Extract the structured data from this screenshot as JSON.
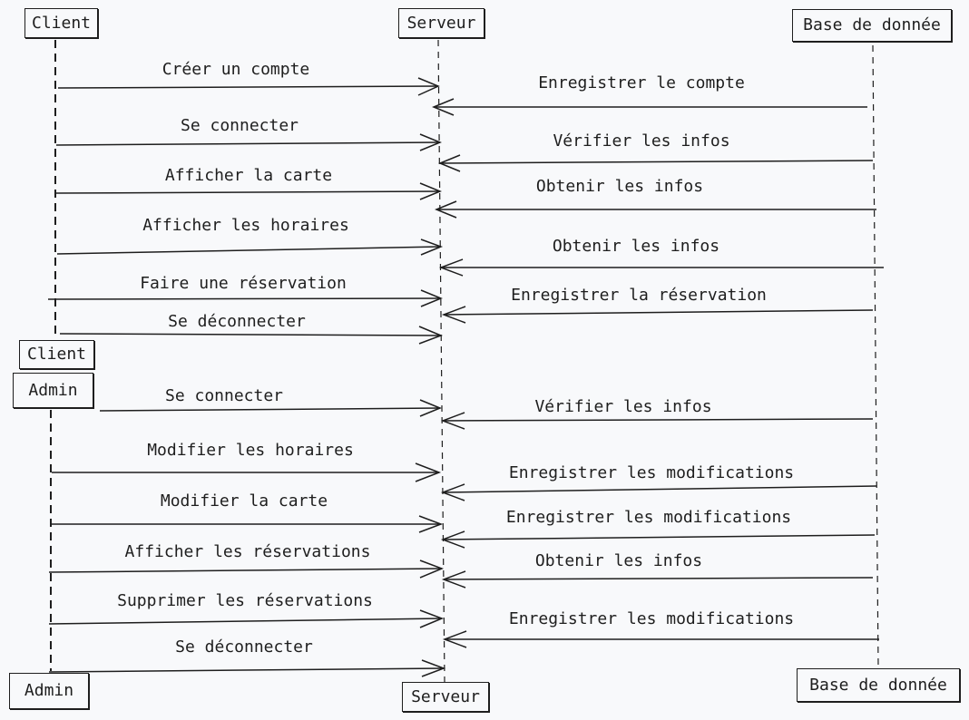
{
  "actors": {
    "client_top": "Client",
    "serveur_top": "Serveur",
    "bdd_top": "Base de donnée",
    "client_bottom": "Client",
    "admin_top": "Admin",
    "admin_bottom": "Admin",
    "serveur_bottom": "Serveur",
    "bdd_bottom": "Base de donnée"
  },
  "messages": [
    "Créer un compte",
    "Enregistrer le compte",
    "Se connecter",
    "Vérifier les infos",
    "Afficher la carte",
    "Obtenir les infos",
    "Afficher les horaires",
    "Obtenir les infos",
    "Faire une réservation",
    "Enregistrer la réservation",
    "Se déconnecter",
    "Se connecter",
    "Vérifier les infos",
    "Modifier les horaires",
    "Enregistrer les modifications",
    "Modifier la carte",
    "Enregistrer les modifications",
    "Afficher les réservations",
    "Obtenir les infos",
    "Supprimer les réservations",
    "Enregistrer les modifications",
    "Se déconnecter"
  ],
  "colors": {
    "ink": "#1e1e1e",
    "background": "#f8f9fb"
  }
}
